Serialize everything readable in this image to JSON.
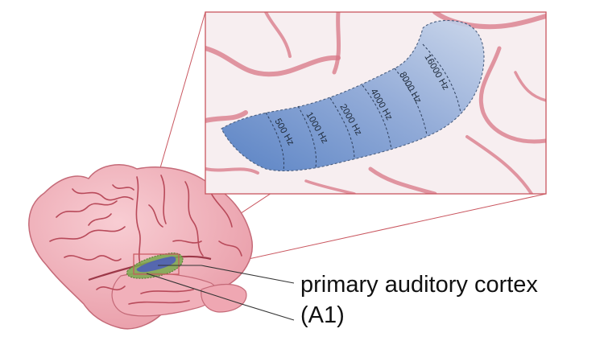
{
  "callout": {
    "line1": "primary auditory cortex",
    "line2": "(A1)"
  },
  "frequency_bands": [
    "500 Hz",
    "1000 Hz",
    "2000 Hz",
    "4000 Hz",
    "8000 Hz",
    "16000 Hz"
  ],
  "colors": {
    "cortex_tint_low": "#4a78c0",
    "cortex_tint_high": "#b9cce6",
    "brain_fill": "#f3b9c1",
    "sulcus_stroke": "#b84a5a",
    "inset_background": "#f7eef0",
    "vessel": "#d87585",
    "zoom_lines": "#c9565f",
    "a1_green": "#79a94e",
    "a1_blue": "#4f5fb8"
  }
}
